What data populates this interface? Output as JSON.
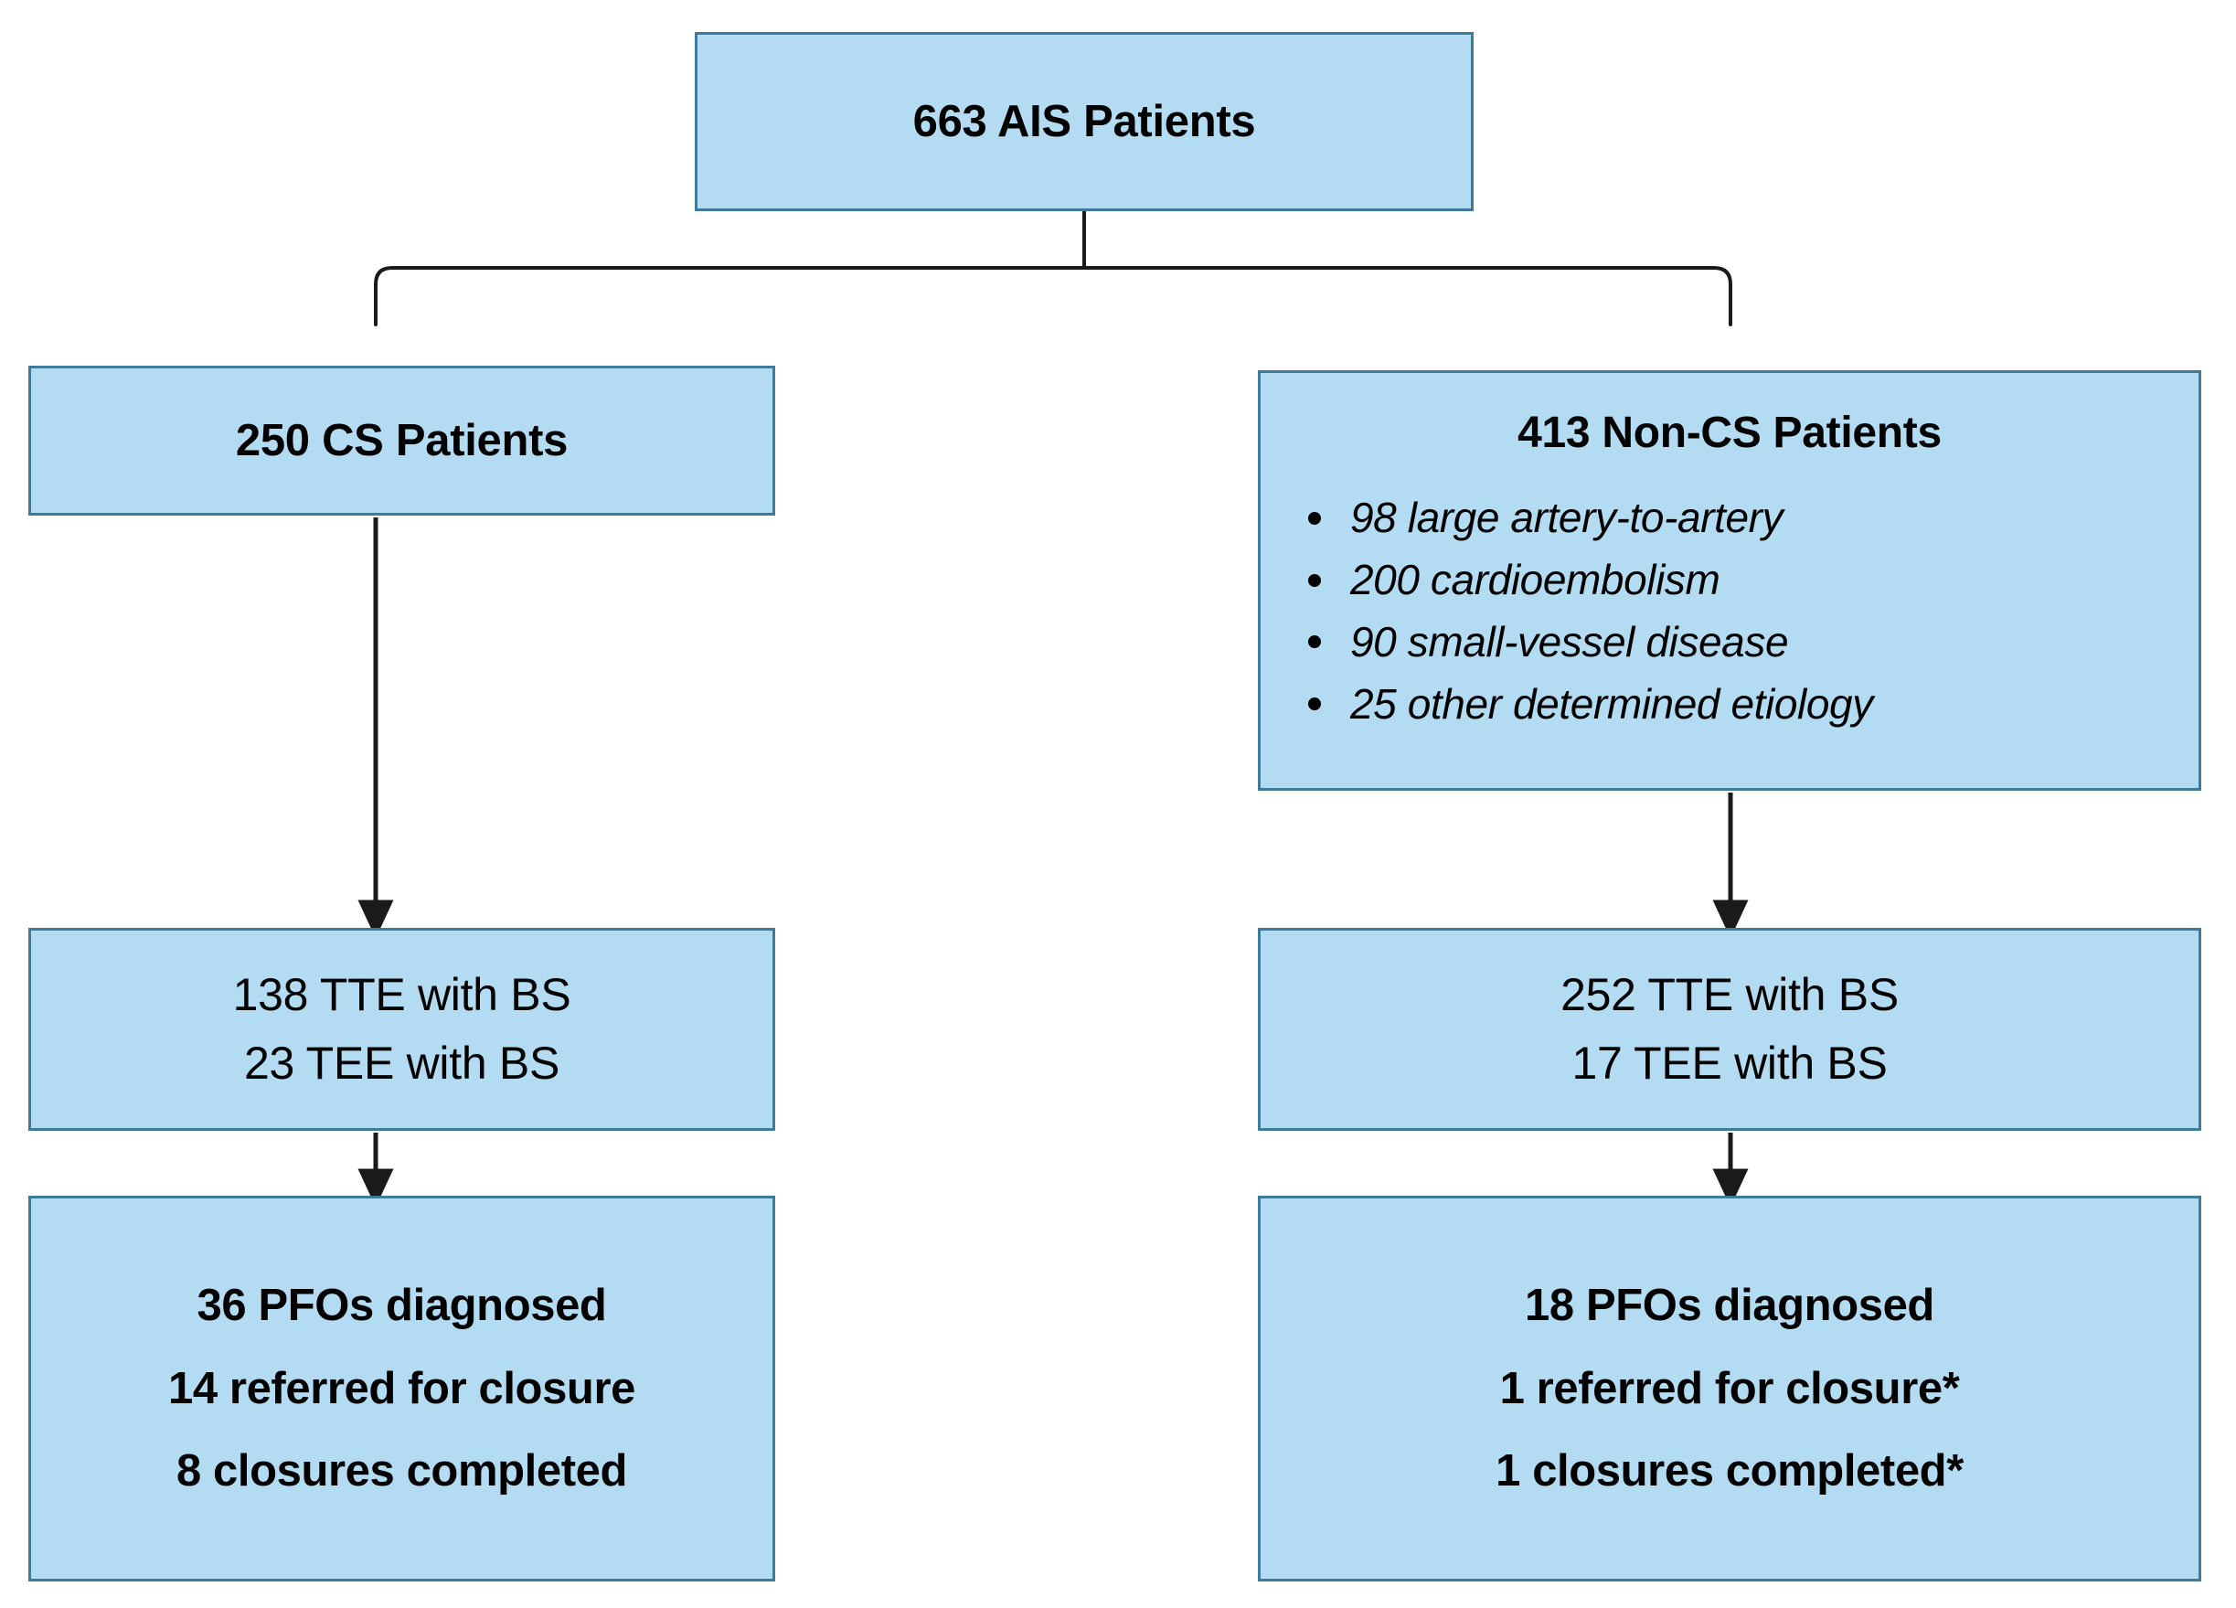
{
  "diagram": {
    "type": "flowchart",
    "title": "PFO diagnosis and closure flow among AIS patients",
    "palette": {
      "node_fill": "#b3dcf2",
      "node_border": "#3d7a9c",
      "connector": "#1a1a1a",
      "text": "#000000",
      "background": "#ffffff"
    },
    "nodes": {
      "root": {
        "label": "663 AIS Patients"
      },
      "cs": {
        "label": "250 CS Patients"
      },
      "noncs": {
        "headline": "413 Non-CS Patients",
        "bullets": [
          "98 large artery-to-artery",
          "200 cardioembolism",
          "90 small-vessel disease",
          "25 other determined etiology"
        ]
      },
      "cs_echo": {
        "line1": "138 TTE with BS",
        "line2": "23 TEE with BS"
      },
      "noncs_echo": {
        "line1": "252 TTE with BS",
        "line2": "17 TEE with BS"
      },
      "cs_outcome": {
        "line1": "36 PFOs diagnosed",
        "line2": "14 referred for closure",
        "line3": "8 closures completed"
      },
      "noncs_outcome": {
        "line1": "18 PFOs diagnosed",
        "line2": "1 referred for closure*",
        "line3": "1 closures completed*"
      }
    },
    "edges": [
      {
        "from": "root",
        "to": "cs",
        "style": "elbow"
      },
      {
        "from": "root",
        "to": "noncs",
        "style": "elbow"
      },
      {
        "from": "cs",
        "to": "cs_echo",
        "style": "arrow"
      },
      {
        "from": "noncs",
        "to": "noncs_echo",
        "style": "arrow"
      },
      {
        "from": "cs_echo",
        "to": "cs_outcome",
        "style": "arrow"
      },
      {
        "from": "noncs_echo",
        "to": "noncs_outcome",
        "style": "arrow"
      }
    ]
  }
}
